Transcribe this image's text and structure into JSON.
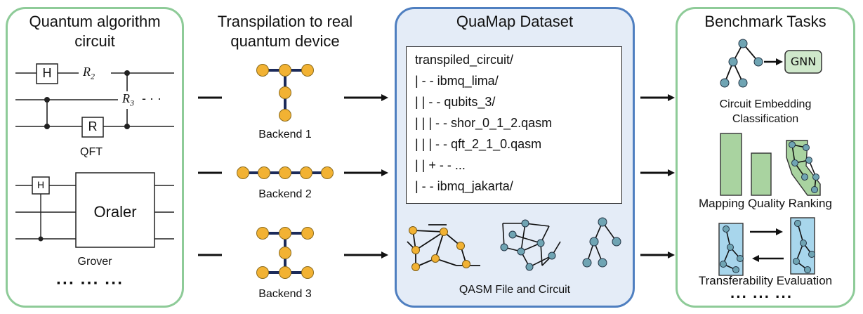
{
  "left_panel": {
    "title_line1": "Quantum  algorithm",
    "title_line2": "circuit",
    "qft": {
      "gate_h": "H",
      "gate_r": "R",
      "label_r2": "R",
      "sub_r2": "2",
      "label_r3": "R",
      "sub_r3": "3",
      "ellipsis": "- ·  ·",
      "caption": "QFT"
    },
    "grover": {
      "gate_h": "H",
      "oracle": "Oraler",
      "caption": "Grover"
    },
    "more": "···  ···  ···"
  },
  "transpile": {
    "title_line1": "Transpilation to real",
    "title_line2": "quantum device",
    "backends": [
      "Backend 1",
      "Backend 2",
      "Backend 3"
    ]
  },
  "dataset": {
    "title": "QuaMap Dataset",
    "tree": [
      "transpiled_circuit/",
      "| - - ibmq_lima/",
      "| | - - qubits_3/",
      "| | | - - shor_0_1_2.qasm",
      "| | | - - qft_2_1_0.qasm",
      "| | + - - ...",
      "| - - ibmq_jakarta/"
    ],
    "caption": "QASM File and Circuit"
  },
  "benchmark": {
    "title": "Benchmark Tasks",
    "gnn_label": "GNN",
    "task1_line1": "Circuit Embedding",
    "task1_line2": "Classification",
    "task2": "Mapping Quality Ranking",
    "task3": "Transferability Evaluation",
    "more": "···  ···  ···"
  },
  "colors": {
    "green_border": "#8ecb98",
    "blue_border": "#4f7fc0",
    "blue_fill": "#e4ecf7",
    "qubit_orange": "#f2b233",
    "graph_teal": "#6fa4b3",
    "bar_green": "#a9d3a0",
    "device_blue": "#a8d6ec"
  }
}
